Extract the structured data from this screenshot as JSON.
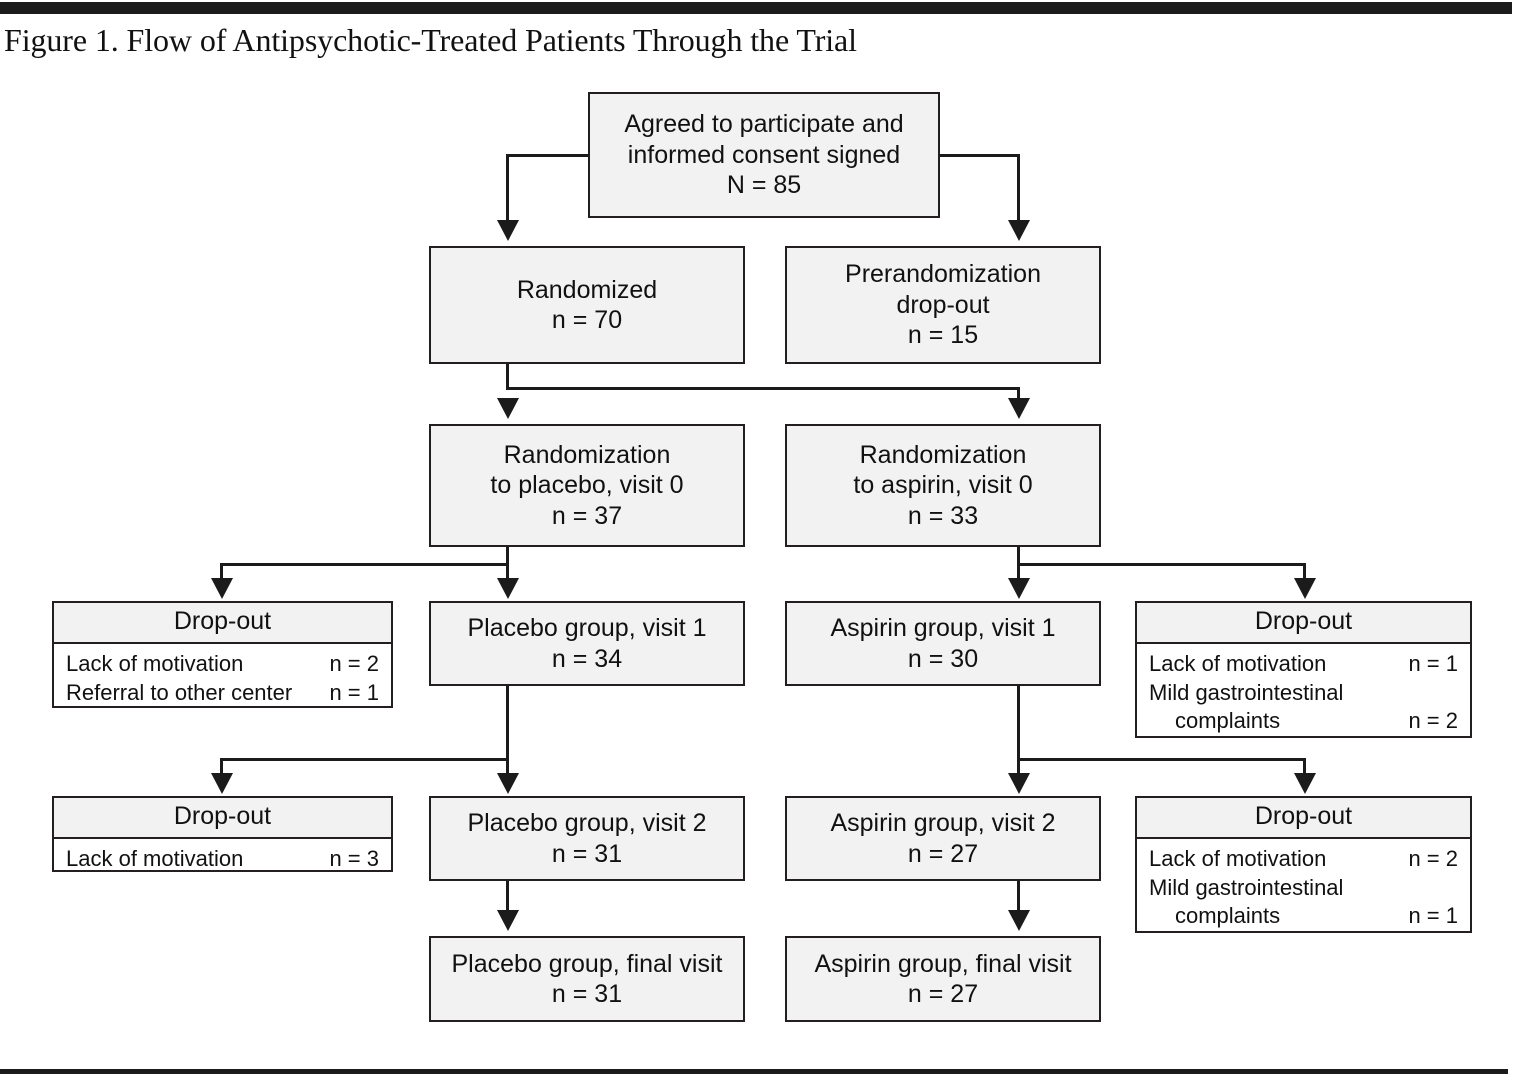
{
  "figure": {
    "title": "Figure 1. Flow of Antipsychotic-Treated Patients Through the Trial"
  },
  "chart_data": {
    "type": "diagram",
    "title": "Figure 1. Flow of Antipsychotic-Treated Patients Through the Trial",
    "diagram_kind": "CONSORT patient flow chart",
    "nodes": [
      {
        "id": "consent",
        "lines": [
          "Agreed to participate and",
          "informed consent signed",
          "N = 85"
        ],
        "n": 85
      },
      {
        "id": "randomized",
        "lines": [
          "Randomized",
          "n = 70"
        ],
        "n": 70
      },
      {
        "id": "prerandom_dropout",
        "lines": [
          "Prerandomization",
          "drop-out",
          "n = 15"
        ],
        "n": 15
      },
      {
        "id": "rand_placebo",
        "lines": [
          "Randomization",
          "to placebo, visit 0",
          "n = 37"
        ],
        "n": 37
      },
      {
        "id": "rand_aspirin",
        "lines": [
          "Randomization",
          "to aspirin, visit 0",
          "n = 33"
        ],
        "n": 33
      },
      {
        "id": "placebo_v1",
        "lines": [
          "Placebo group, visit 1",
          "n = 34"
        ],
        "n": 34
      },
      {
        "id": "aspirin_v1",
        "lines": [
          "Aspirin group, visit 1",
          "n = 30"
        ],
        "n": 30
      },
      {
        "id": "placebo_v2",
        "lines": [
          "Placebo group, visit 2",
          "n = 31"
        ],
        "n": 31
      },
      {
        "id": "aspirin_v2",
        "lines": [
          "Aspirin group, visit 2",
          "n = 27"
        ],
        "n": 27
      },
      {
        "id": "placebo_final",
        "lines": [
          "Placebo group, final visit",
          "n = 31"
        ],
        "n": 31
      },
      {
        "id": "aspirin_final",
        "lines": [
          "Aspirin group, final visit",
          "n = 27"
        ],
        "n": 27
      }
    ],
    "dropout_panels": [
      {
        "id": "placebo_dropout_1",
        "header": "Drop-out",
        "rows": [
          {
            "label": "Lack of motivation",
            "n": "n = 2"
          },
          {
            "label": "Referral to other center",
            "n": "n = 1"
          }
        ]
      },
      {
        "id": "aspirin_dropout_1",
        "header": "Drop-out",
        "rows": [
          {
            "label": "Lack of motivation",
            "n": "n = 1"
          },
          {
            "label": "Mild gastrointestinal",
            "n": ""
          },
          {
            "label": "complaints",
            "n": "n = 2"
          }
        ]
      },
      {
        "id": "placebo_dropout_2",
        "header": "Drop-out",
        "rows": [
          {
            "label": "Lack of motivation",
            "n": "n = 3"
          }
        ]
      },
      {
        "id": "aspirin_dropout_2",
        "header": "Drop-out",
        "rows": [
          {
            "label": "Lack of motivation",
            "n": "n = 2"
          },
          {
            "label": "Mild gastrointestinal",
            "n": ""
          },
          {
            "label": "complaints",
            "n": "n = 1"
          }
        ]
      }
    ],
    "edges": [
      {
        "from": "consent",
        "to": "randomized"
      },
      {
        "from": "consent",
        "to": "prerandom_dropout"
      },
      {
        "from": "randomized",
        "to": "rand_placebo"
      },
      {
        "from": "randomized",
        "to": "rand_aspirin"
      },
      {
        "from": "rand_placebo",
        "to": "placebo_v1"
      },
      {
        "from": "rand_placebo",
        "to": "placebo_dropout_1"
      },
      {
        "from": "rand_aspirin",
        "to": "aspirin_v1"
      },
      {
        "from": "rand_aspirin",
        "to": "aspirin_dropout_1"
      },
      {
        "from": "placebo_v1",
        "to": "placebo_v2"
      },
      {
        "from": "placebo_v1",
        "to": "placebo_dropout_2"
      },
      {
        "from": "aspirin_v1",
        "to": "aspirin_v2"
      },
      {
        "from": "aspirin_v1",
        "to": "aspirin_dropout_2"
      },
      {
        "from": "placebo_v2",
        "to": "placebo_final"
      },
      {
        "from": "aspirin_v2",
        "to": "aspirin_final"
      }
    ],
    "colors": {
      "box_fill": "#f2f2f2",
      "panel_fill": "#ffffff",
      "stroke": "#231f20",
      "text": "#111111"
    }
  },
  "boxes": {
    "consent": {
      "l1": "Agreed to participate and",
      "l2": "informed consent signed",
      "l3": "N = 85"
    },
    "randomized": {
      "l1": "Randomized",
      "l2": "n = 70"
    },
    "prerandom_dropout": {
      "l1": "Prerandomization",
      "l2": "drop-out",
      "l3": "n = 15"
    },
    "rand_placebo": {
      "l1": "Randomization",
      "l2": "to placebo, visit 0",
      "l3": "n = 37"
    },
    "rand_aspirin": {
      "l1": "Randomization",
      "l2": "to aspirin, visit 0",
      "l3": "n = 33"
    },
    "placebo_v1": {
      "l1": "Placebo group, visit 1",
      "l2": "n = 34"
    },
    "aspirin_v1": {
      "l1": "Aspirin group, visit 1",
      "l2": "n = 30"
    },
    "placebo_v2": {
      "l1": "Placebo group, visit 2",
      "l2": "n = 31"
    },
    "aspirin_v2": {
      "l1": "Aspirin group, visit 2",
      "l2": "n = 27"
    },
    "placebo_final": {
      "l1": "Placebo group, final visit",
      "l2": "n = 31"
    },
    "aspirin_final": {
      "l1": "Aspirin group, final visit",
      "l2": "n = 27"
    }
  },
  "dropouts": {
    "placebo_1": {
      "header": "Drop-out",
      "r1_label": "Lack of motivation",
      "r1_n": "n = 2",
      "r2_label": "Referral to other center",
      "r2_n": "n = 1"
    },
    "aspirin_1": {
      "header": "Drop-out",
      "r1_label": "Lack of motivation",
      "r1_n": "n = 1",
      "r2_label": "Mild gastrointestinal",
      "r2_n": "",
      "r3_label": "complaints",
      "r3_n": "n = 2"
    },
    "placebo_2": {
      "header": "Drop-out",
      "r1_label": "Lack of motivation",
      "r1_n": "n = 3"
    },
    "aspirin_2": {
      "header": "Drop-out",
      "r1_label": "Lack of motivation",
      "r1_n": "n = 2",
      "r2_label": "Mild gastrointestinal",
      "r2_n": "",
      "r3_label": "complaints",
      "r3_n": "n = 1"
    }
  }
}
